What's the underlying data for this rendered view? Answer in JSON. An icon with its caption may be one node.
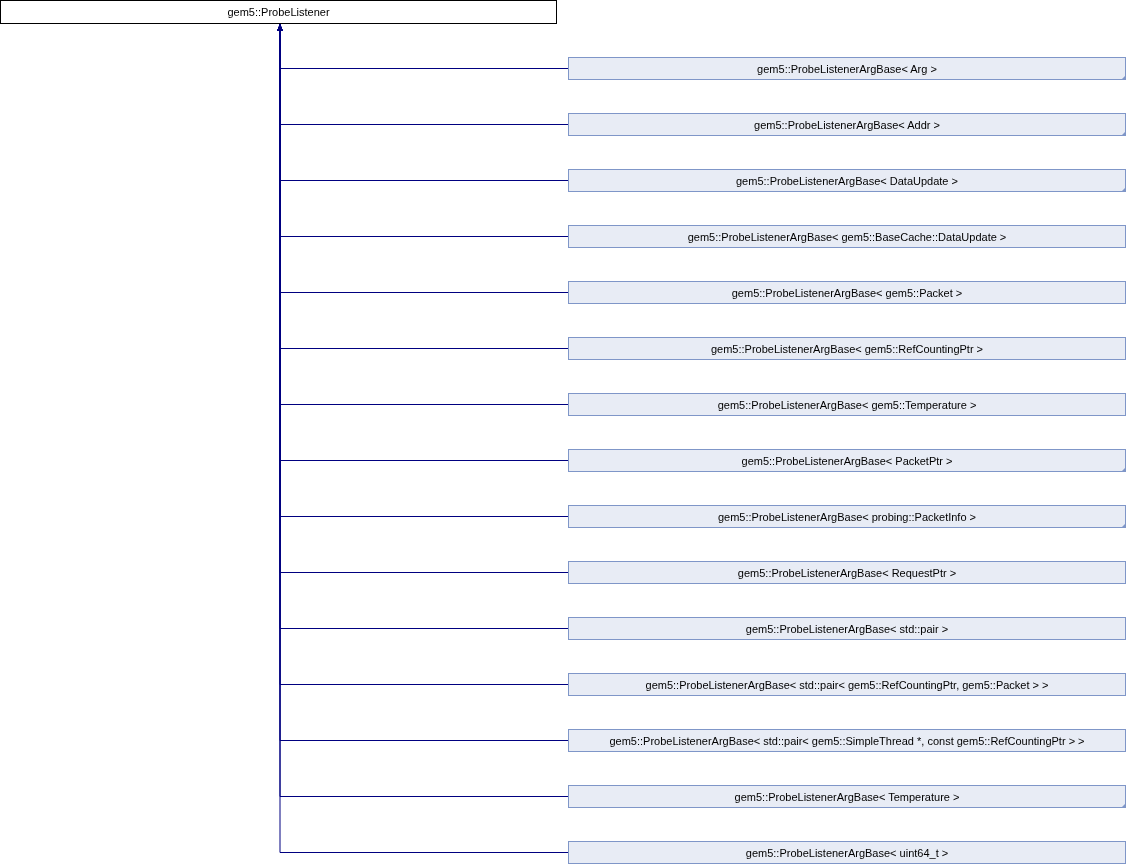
{
  "diagram": {
    "nodes": [
      {
        "text": [
          "gem5::ProbeListener"
        ]
      },
      {
        "text": [
          "gem5::ProbeListenerArgBase< Arg >"
        ]
      },
      {
        "text": [
          "gem5::ProbeListenerArgBase< Addr >"
        ]
      },
      {
        "text": [
          "gem5::ProbeListenerArgBase< DataUpdate >"
        ]
      },
      {
        "text": [
          "gem5::ProbeListenerArgBase< gem5::BaseCache::DataUpdate >"
        ]
      },
      {
        "text": [
          "gem5::ProbeListenerArgBase< gem5::Packet >"
        ]
      },
      {
        "text": [
          "gem5::ProbeListenerArgBase< gem5::RefCountingPtr >"
        ]
      },
      {
        "text": [
          "gem5::ProbeListenerArgBase< gem5::Temperature >"
        ]
      },
      {
        "text": [
          "gem5::ProbeListenerArgBase< PacketPtr >"
        ]
      },
      {
        "text": [
          "gem5::ProbeListenerArgBase< probing::PacketInfo >"
        ]
      },
      {
        "text": [
          "gem5::ProbeListenerArgBase< RequestPtr >"
        ]
      },
      {
        "text": [
          "gem5::ProbeListenerArgBase< std::pair >"
        ]
      },
      {
        "text": [
          "gem5::ProbeListenerArgBase< std::pair< gem5::RefCountingPtr, gem5::Packet > >"
        ]
      },
      {
        "text": [
          "gem5::ProbeListenerArgBase< std::pair< gem5::SimpleThread *, const gem5::RefCountingPtr > >"
        ]
      },
      {
        "text": [
          "gem5::ProbeListenerArgBase< Temperature >"
        ]
      },
      {
        "text": [
          "gem5::ProbeListenerArgBase< uint64_t >"
        ]
      }
    ],
    "edges": [
      {
        "from": 1,
        "to": 0,
        "arrow": "to"
      },
      {
        "from": 2,
        "to": 0,
        "arrow": "to"
      },
      {
        "from": 3,
        "to": 0,
        "arrow": "to"
      },
      {
        "from": 4,
        "to": 0,
        "arrow": "to"
      },
      {
        "from": 5,
        "to": 0,
        "arrow": "to"
      },
      {
        "from": 6,
        "to": 0,
        "arrow": "to"
      },
      {
        "from": 7,
        "to": 0,
        "arrow": "to"
      },
      {
        "from": 8,
        "to": 0,
        "arrow": "to"
      },
      {
        "from": 9,
        "to": 0,
        "arrow": "to"
      },
      {
        "from": 10,
        "to": 0,
        "arrow": "to"
      },
      {
        "from": 11,
        "to": 0,
        "arrow": "to"
      },
      {
        "from": 12,
        "to": 0,
        "arrow": "to"
      },
      {
        "from": 13,
        "to": 0,
        "arrow": "to"
      },
      {
        "from": 14,
        "to": 0,
        "arrow": "to"
      },
      {
        "from": 15,
        "to": 0,
        "arrow": "to"
      }
    ]
  }
}
